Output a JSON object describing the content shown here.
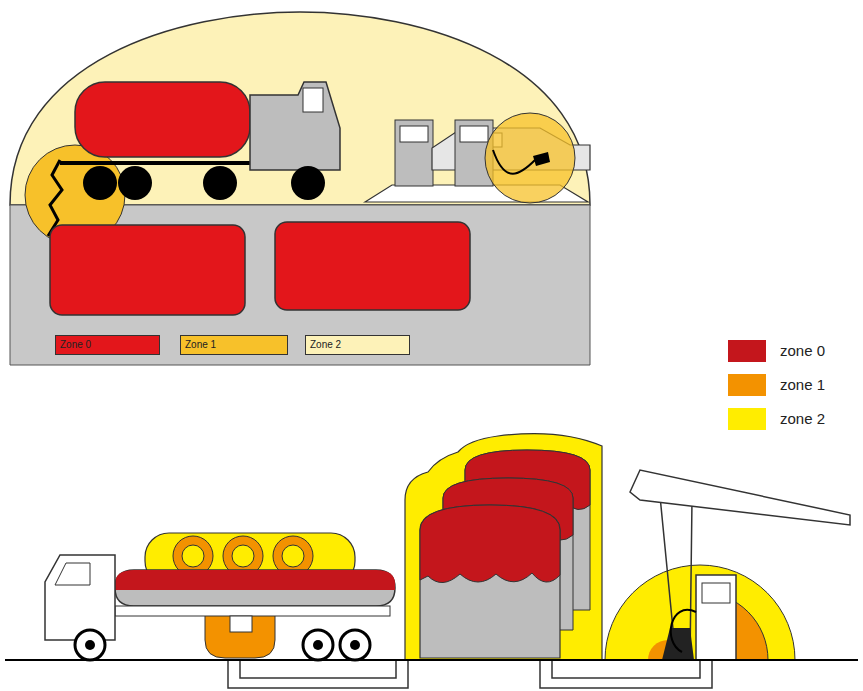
{
  "diagram": {
    "legend": [
      {
        "text": "Zone 0",
        "color": "#e3161b"
      },
      {
        "text": "Zone 1",
        "color": "#f7c12a"
      },
      {
        "text": "Zone 2",
        "color": "#fdf2b8"
      },
      {
        "text": "zone 0",
        "color": "#c4161c"
      },
      {
        "text": "zone 1",
        "color": "#f39200"
      },
      {
        "text": "zone 2",
        "color": "#ffed00"
      }
    ]
  }
}
